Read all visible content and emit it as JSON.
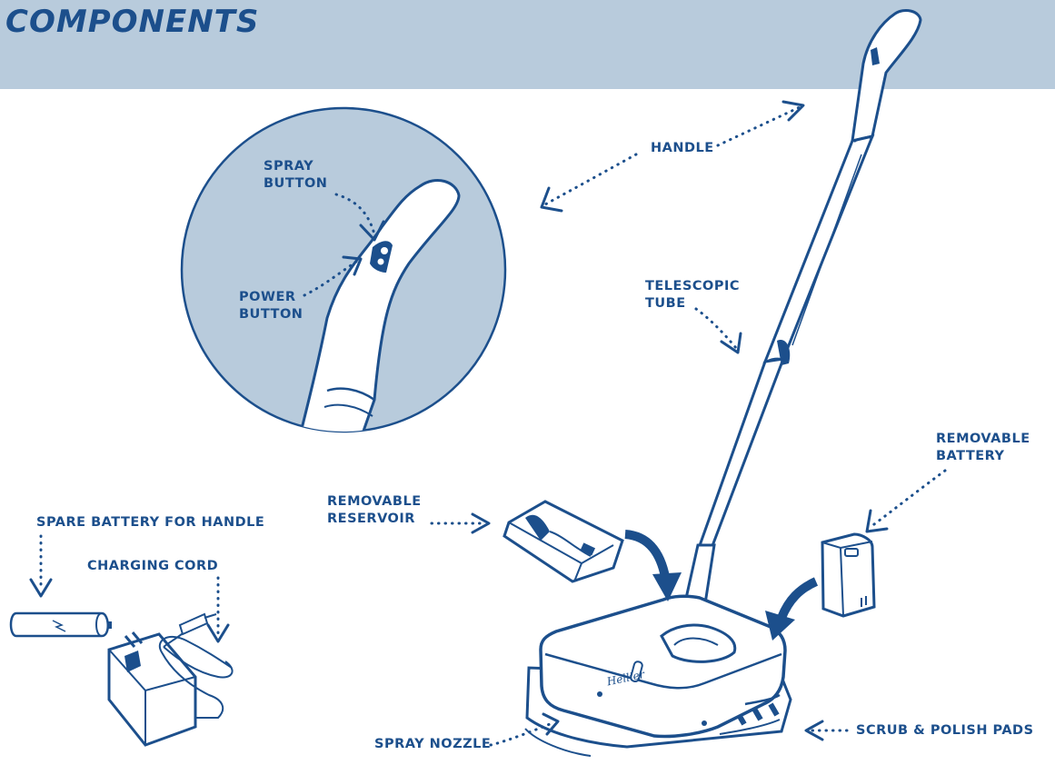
{
  "page": {
    "title": "COMPONENTS"
  },
  "labels": {
    "handle": "HANDLE",
    "spray_button_line1": "SPRAY",
    "spray_button_line2": "BUTTON",
    "power_button_line1": "POWER",
    "power_button_line2": "BUTTON",
    "telescopic_tube_line1": "TELESCOPIC",
    "telescopic_tube_line2": "TUBE",
    "removable_battery_line1": "REMOVABLE",
    "removable_battery_line2": "BATTERY",
    "removable_reservoir_line1": "REMOVABLE",
    "removable_reservoir_line2": "RESERVOIR",
    "spare_battery": "SPARE BATTERY FOR HANDLE",
    "charging_cord": "CHARGING CORD",
    "spray_nozzle": "SPRAY NOZZLE",
    "scrub_polish_pads": "SCRUB & POLISH PADS",
    "brand": "Hellier"
  },
  "colors": {
    "ink": "#1c4f8c",
    "header_band": "#b8cbdc",
    "zoom_circle": "#b8cbdc",
    "background": "#ffffff"
  }
}
